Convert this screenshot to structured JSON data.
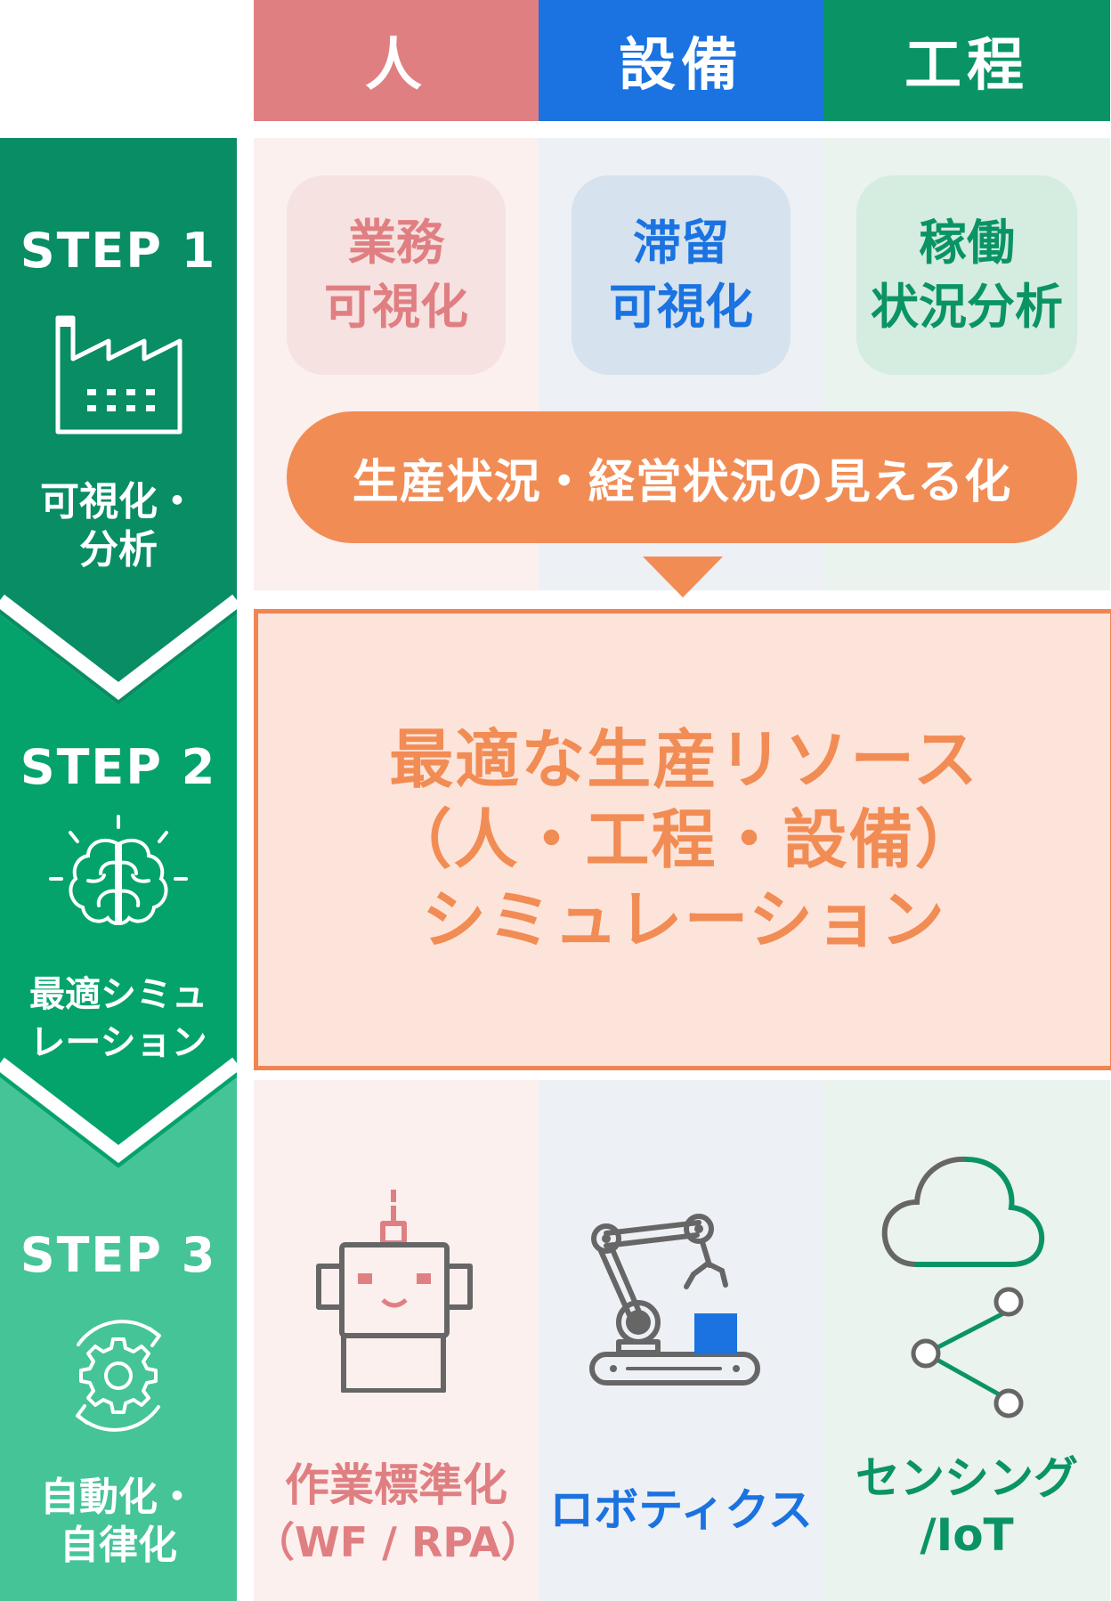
{
  "columns": [
    {
      "label": "人",
      "color": "#e07f82"
    },
    {
      "label": "設備",
      "color": "#1a73e0"
    },
    {
      "label": "工程",
      "color": "#0a9466"
    }
  ],
  "steps": [
    {
      "title": "STEP 1",
      "sub1": "可視化・",
      "sub2": "分析",
      "color": "#088d64"
    },
    {
      "title": "STEP 2",
      "sub1": "最適シミュ",
      "sub2": "レーション",
      "color": "#05a36c"
    },
    {
      "title": "STEP 3",
      "sub1": "自動化・",
      "sub2": "自律化",
      "color": "#45c498"
    }
  ],
  "step1_boxes": [
    {
      "line1": "業務",
      "line2": "可視化",
      "color": "#e07f82"
    },
    {
      "line1": "滞留",
      "line2": "可視化",
      "color": "#1a73e0"
    },
    {
      "line1": "稼働",
      "line2": "状況分析",
      "color": "#0a9466"
    }
  ],
  "banner": {
    "text": "生産状況・経営状況の見える化",
    "color": "#f28c55"
  },
  "simulation": {
    "line1": "最適な生産リソース",
    "line2": "（人・工程・設備）",
    "line3": "シミュレーション",
    "color": "#f28c55"
  },
  "step3_items": [
    {
      "line1": "作業標準化",
      "line2": "（WF / RPA）",
      "icon": "robot-icon",
      "color": "#e07f82"
    },
    {
      "line1": "ロボティクス",
      "line2": "",
      "icon": "robot-arm-icon",
      "color": "#1a73e0"
    },
    {
      "line1": "センシング",
      "line2": "/IoT",
      "icon": "cloud-share-icon",
      "color": "#0a9466"
    }
  ]
}
